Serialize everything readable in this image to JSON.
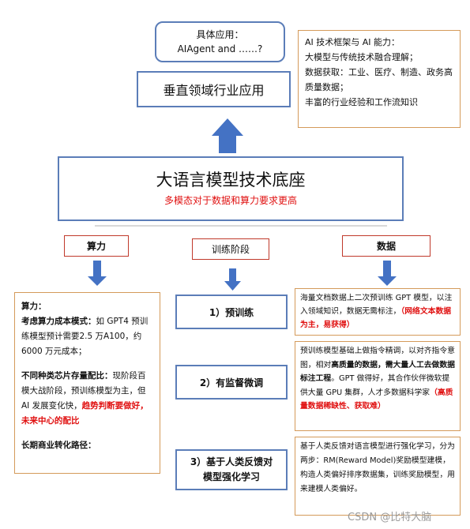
{
  "top_box": {
    "line1": "具体应用：",
    "line2": "AIAgent and ……?"
  },
  "vertical_box": {
    "label": "垂直领域行业应用"
  },
  "right_top_box": {
    "line1": "AI 技术框架与 AI 能力：",
    "line2": "大模型与传统技术融合理解；",
    "line3": "数据获取：工业、医疗、制造、政务高质量数据；",
    "line4": "丰富的行业经验和工作流知识"
  },
  "main_box": {
    "title": "大语言模型技术底座",
    "subtitle": "多模态对于数据和算力要求更高"
  },
  "pillars": {
    "compute": "算力",
    "training": "训练阶段",
    "data": "数据"
  },
  "compute_detail": {
    "heading": "算力：",
    "p1_bold": "考虑算力成本模式：",
    "p1_text": "如 GPT4 预训练模型预计需要2.5 万A100，约 6000 万元成本；",
    "p2_bold": "不同种类芯片存量配比：",
    "p2_text": "现阶段百模大战阶段，预训练模型为主，但AI 发展变化快，",
    "p2_red": "趋势判断要做好，未来中心的配比",
    "p3_bold": "长期商业转化路径："
  },
  "stages": {
    "s1": "1）预训练",
    "s2": "2）有监督微调",
    "s3_line1": "3）基于人类反馈对",
    "s3_line2": "模型强化学习"
  },
  "data_details": {
    "d1_text": "海量文档数据上二次预训练 GPT 模型，以注入领域知识，数据无需标注，",
    "d1_red": "（网络文本数据为主，易获得）",
    "d2_text1": "预训练模型基础上做指令精调，以对齐指令意图，相对",
    "d2_bold": "高质量的数据，需大量人工去做数据标注工程",
    "d2_text2": "。GPT 做得好，其合作伙伴微软提供大量 GPU 集群，人才多数据科学家",
    "d2_red": "（高质量数据稀缺性、获取难）",
    "d3_text": "基于人类反馈对语言模型进行强化学习，分为两步：RM(Reward Model)奖励模型建模，构造人类偏好排序数据集，训练奖励模型，用来建模人类偏好。"
  },
  "watermark": "CSDN @比特大脑",
  "colors": {
    "arrow": "#4472c4",
    "border_blue": "#5b7db8",
    "border_orange": "#d49a5a",
    "red": "#e01010"
  }
}
